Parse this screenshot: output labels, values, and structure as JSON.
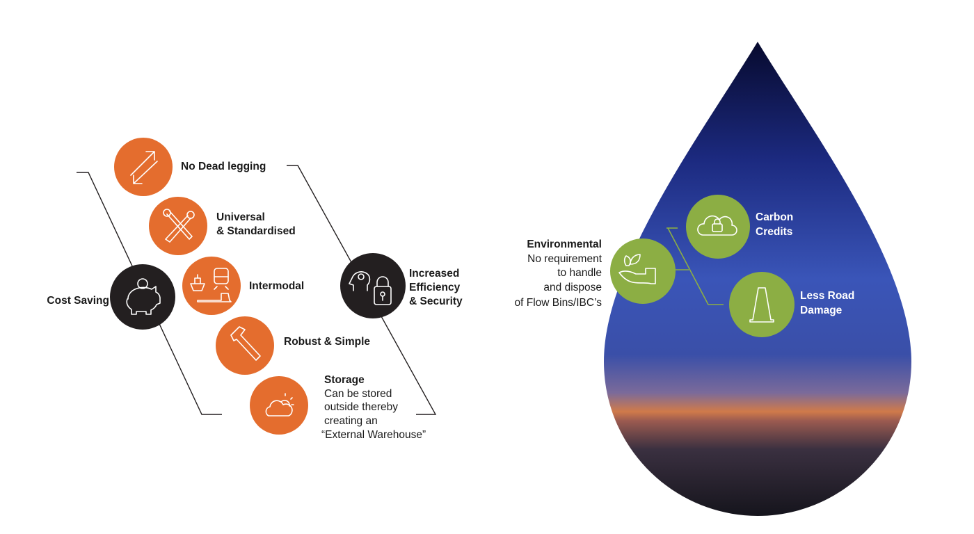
{
  "colors": {
    "orange": "#e46d2e",
    "black": "#231f20",
    "green": "#8cae44",
    "line": "#231f20"
  },
  "left": {
    "cost_saving": {
      "label": "Cost Saving",
      "icon": "piggy-bank-icon"
    },
    "efficiency": {
      "lines": [
        "Increased",
        "Efficiency",
        "& Security"
      ],
      "icon": "head-gear-lock-icon"
    },
    "items": [
      {
        "lines": [
          "No Dead legging"
        ],
        "icon": "two-way-arrows-icon"
      },
      {
        "lines": [
          "Universal",
          "& Standardised"
        ],
        "icon": "wrench-screwdriver-icon"
      },
      {
        "lines": [
          "Intermodal"
        ],
        "icon": "ship-train-truck-icon"
      },
      {
        "lines": [
          "Robust & Simple"
        ],
        "icon": "hammer-icon"
      },
      {
        "title": "Storage",
        "lines": [
          "Can be stored",
          "outside thereby",
          "creating an",
          "“External Warehouse”"
        ],
        "icon": "cloud-sun-icon"
      }
    ]
  },
  "right": {
    "environmental": {
      "title": "Environmental",
      "lines": [
        "No requirement",
        "to handle",
        "and dispose",
        "of Flow Bins/IBC’s"
      ],
      "icon": "hand-plant-icon"
    },
    "carbon": {
      "lines": [
        "Carbon",
        "Credits"
      ],
      "icon": "cloud-lock-icon"
    },
    "road": {
      "lines": [
        "Less Road",
        "Damage"
      ],
      "icon": "traffic-cone-icon"
    }
  }
}
